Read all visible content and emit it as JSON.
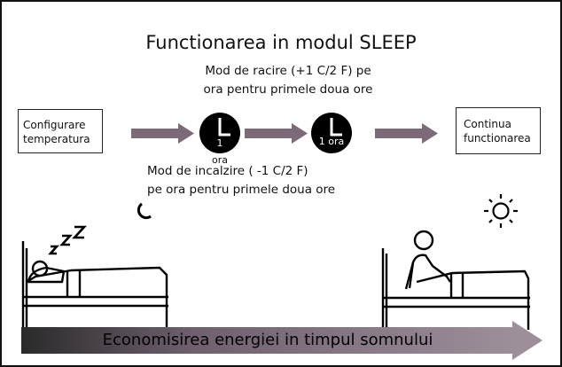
{
  "title": "Functionarea in modul SLEEP",
  "cooling_note": {
    "line1": "Mod de racire (+1 C/2 F) pe",
    "line2": "ora pentru primele doua ore"
  },
  "heating_note": {
    "line1": "Mod de incalzire ( -1 C/2 F)",
    "line2": "pe ora pentru primele doua ore"
  },
  "start_box": {
    "line1": "Configurare",
    "line2": "temperatura"
  },
  "end_box": {
    "line1": "Continua",
    "line2": "functionarea"
  },
  "clock1": {
    "label": "1",
    "below": "ora"
  },
  "clock2": {
    "label": "1 ora"
  },
  "banner": "Economisirea energiei in timpul somnului",
  "colors": {
    "arrow": "#7d6a79",
    "banner_start": "#2a2a2a",
    "banner_end": "#9c8f9a"
  },
  "icons": [
    "moon-icon",
    "sun-icon",
    "sleep-z-icon",
    "clock-icon",
    "sleeping-person-icon",
    "awake-person-icon"
  ]
}
